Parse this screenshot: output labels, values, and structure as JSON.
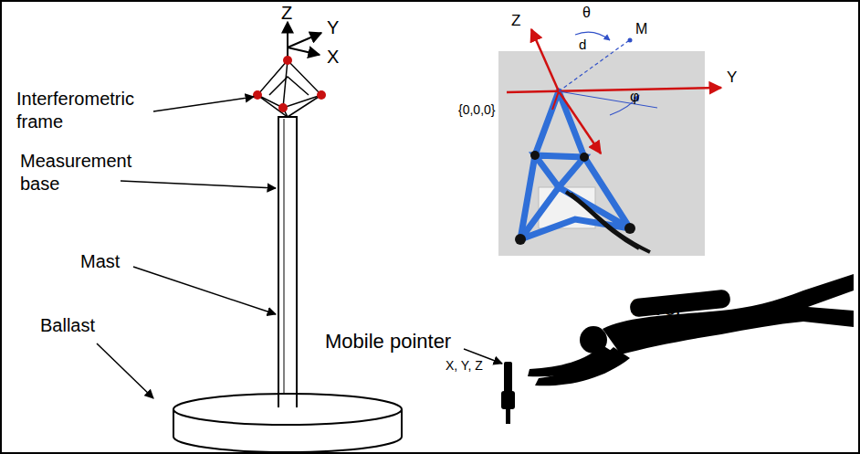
{
  "diagram": {
    "labels": [
      "Z",
      "Y",
      "X",
      "Interferometric frame",
      "Measurement base",
      "Mast",
      "Ballast",
      "Mobile pointer",
      "Diver",
      "X, Y, Z",
      "Z",
      "θ",
      "M",
      "Y",
      "d",
      "{0,0,0}",
      "φ"
    ]
  }
}
